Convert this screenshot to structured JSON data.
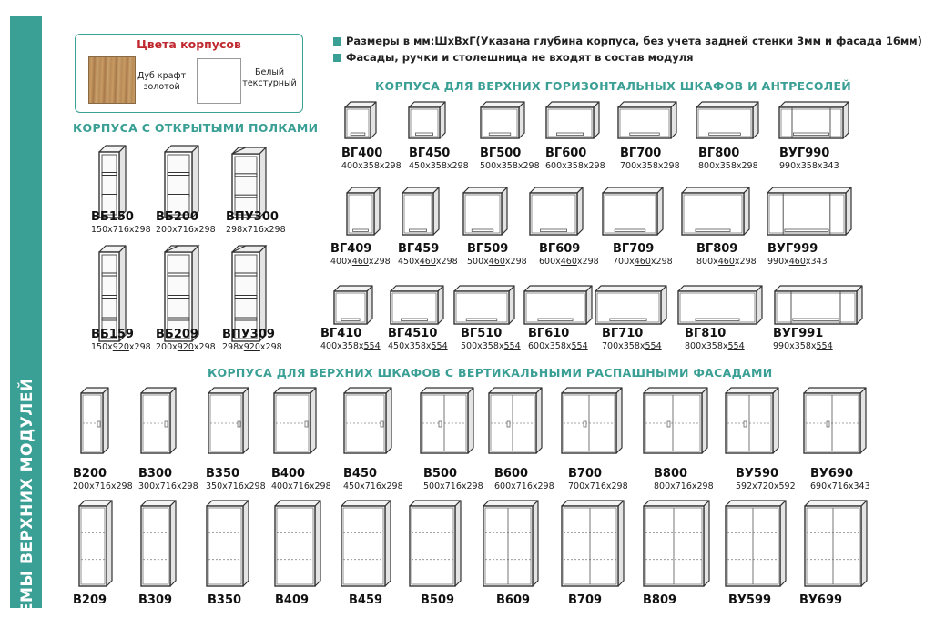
{
  "sidebar": {
    "title": "СХЕМЫ ВЕРХНИХ МОДУЛЕЙ"
  },
  "colors_box": {
    "title": "Цвета корпусов",
    "oak_label_1": "Дуб крафт",
    "oak_label_2": "золотой",
    "white_label_1": "Белый",
    "white_label_2": "текстурный"
  },
  "notes": {
    "note1": "Размеры в мм:ШхВхГ(Указана глубина корпуса, без учета задней стенки 3мм и фасада 16мм)",
    "note2": "Фасады, ручки и столешница не входят в состав модуля"
  },
  "headings": {
    "open_shelves": "КОРПУСА С ОТКРЫТЫМИ ПОЛКАМИ",
    "horizontal": "КОРПУСА ДЛЯ ВЕРХНИХ ГОРИЗОНТАЛЬНЫХ ШКАФОВ И АНТРЕСОЛЕЙ",
    "vertical": "КОРПУСА ДЛЯ ВЕРХНИХ ШКАФОВ С ВЕРТИКАЛЬНЫМИ РАСПАШНЫМИ ФАСАДАМИ"
  },
  "open_shelves": [
    {
      "code": "ВБ150",
      "dims": "150x716x298"
    },
    {
      "code": "ВБ200",
      "dims": "200x716x298"
    },
    {
      "code": "ВПУ300",
      "dims": "298x716x298"
    },
    {
      "code": "ВБ159",
      "dims_a": "150x",
      "dims_u": "920",
      "dims_b": "x298"
    },
    {
      "code": "ВБ209",
      "dims_a": "200x",
      "dims_u": "920",
      "dims_b": "x298"
    },
    {
      "code": "ВПУ309",
      "dims_a": "298x",
      "dims_u": "920",
      "dims_b": "x298"
    }
  ],
  "horizontal_row1": [
    {
      "code": "ВГ400",
      "dims": "400x358x298"
    },
    {
      "code": "ВГ450",
      "dims": "450x358x298"
    },
    {
      "code": "ВГ500",
      "dims": "500x358x298"
    },
    {
      "code": "ВГ600",
      "dims": "600x358x298"
    },
    {
      "code": "ВГ700",
      "dims": "700x358x298"
    },
    {
      "code": "ВГ800",
      "dims": "800x358x298"
    },
    {
      "code": "ВУГ990",
      "dims": "990x358x343"
    }
  ],
  "horizontal_row2": [
    {
      "code": "ВГ409",
      "dims_a": "400x",
      "dims_u": "460",
      "dims_b": "x298"
    },
    {
      "code": "ВГ459",
      "dims_a": "450x",
      "dims_u": "460",
      "dims_b": "x298"
    },
    {
      "code": "ВГ509",
      "dims_a": "500x",
      "dims_u": "460",
      "dims_b": "x298"
    },
    {
      "code": "ВГ609",
      "dims_a": "600x",
      "dims_u": "460",
      "dims_b": "x298"
    },
    {
      "code": "ВГ709",
      "dims_a": "700x",
      "dims_u": "460",
      "dims_b": "x298"
    },
    {
      "code": "ВГ809",
      "dims_a": "800x",
      "dims_u": "460",
      "dims_b": "x298"
    },
    {
      "code": "ВУГ999",
      "dims_a": "990x",
      "dims_u": "460",
      "dims_b": "x343"
    }
  ],
  "horizontal_row3": [
    {
      "code": "ВГ410",
      "dims_a": "400x358x",
      "dims_u": "554"
    },
    {
      "code": "ВГ4510",
      "dims_a": "450x358x",
      "dims_u": "554"
    },
    {
      "code": "ВГ510",
      "dims_a": "500x358x",
      "dims_u": "554"
    },
    {
      "code": "ВГ610",
      "dims_a": "600x358x",
      "dims_u": "554"
    },
    {
      "code": "ВГ710",
      "dims_a": "700x358x",
      "dims_u": "554"
    },
    {
      "code": "ВГ810",
      "dims_a": "800x358x",
      "dims_u": "554"
    },
    {
      "code": "ВУГ991",
      "dims_a": "990x358x",
      "dims_u": "554"
    }
  ],
  "vertical_row1": [
    {
      "code": "В200",
      "dims": "200x716x298"
    },
    {
      "code": "В300",
      "dims": "300x716x298"
    },
    {
      "code": "В350",
      "dims": "350x716x298"
    },
    {
      "code": "В400",
      "dims": "400x716x298"
    },
    {
      "code": "В450",
      "dims": "450x716x298"
    },
    {
      "code": "В500",
      "dims": "500x716x298"
    },
    {
      "code": "В600",
      "dims": "600x716x298"
    },
    {
      "code": "В700",
      "dims": "700x716x298"
    },
    {
      "code": "В800",
      "dims": "800x716x298"
    },
    {
      "code": "ВУ590",
      "dims": "592x720x592"
    },
    {
      "code": "ВУ690",
      "dims": "690x716x343"
    }
  ],
  "vertical_row2": [
    {
      "code": "В209"
    },
    {
      "code": "В309"
    },
    {
      "code": "В350"
    },
    {
      "code": "В409"
    },
    {
      "code": "В459"
    },
    {
      "code": "В509"
    },
    {
      "code": "В609"
    },
    {
      "code": "В709"
    },
    {
      "code": "В809"
    },
    {
      "code": "ВУ599"
    },
    {
      "code": "ВУ699"
    }
  ]
}
